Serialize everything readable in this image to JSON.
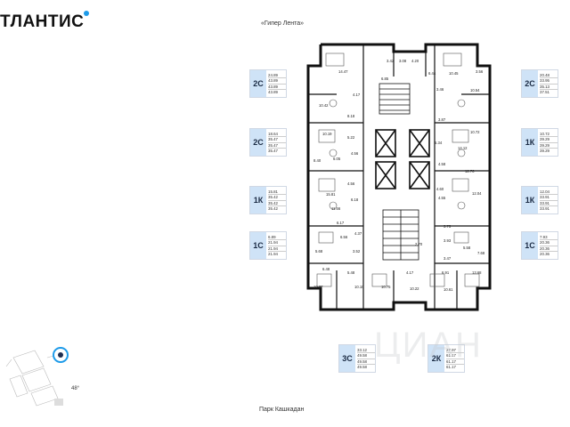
{
  "brand": {
    "name": "ТЛАНТИС",
    "accent": "#1e9be9"
  },
  "captions": {
    "top": "«Гипер Лента»",
    "bottom": "Парк Кашкадан",
    "angle": "48°"
  },
  "cards": [
    {
      "type": "2С",
      "values": [
        "24.89",
        "43.89",
        "43.89",
        "43.89"
      ]
    },
    {
      "type": "2С",
      "values": [
        "18.64",
        "35.47",
        "35.47",
        "35.47"
      ]
    },
    {
      "type": "1К",
      "values": [
        "15.81",
        "35.42",
        "35.42",
        "35.42"
      ]
    },
    {
      "type": "1С",
      "values": [
        "6.89",
        "21.94",
        "21.94",
        "21.94"
      ]
    },
    {
      "type": "2С",
      "values": [
        "20.48",
        "33.95",
        "35.13",
        "37.51"
      ]
    },
    {
      "type": "1К",
      "values": [
        "10.72",
        "39.29",
        "39.29",
        "39.29"
      ]
    },
    {
      "type": "1К",
      "values": [
        "12.04",
        "33.91",
        "33.91",
        "33.91"
      ]
    },
    {
      "type": "1С",
      "values": [
        "7.93",
        "20.36",
        "20.36",
        "20.36"
      ]
    },
    {
      "type": "3С",
      "values": [
        "33.12",
        "49.58",
        "49.58",
        "49.58"
      ]
    },
    {
      "type": "2К",
      "values": [
        "27.97",
        "61.17",
        "61.17",
        "61.17"
      ]
    }
  ],
  "rooms": [
    "14.47",
    "6.85",
    "3.42",
    "3.08",
    "4.20",
    "6.44",
    "10.45",
    "3.56",
    "10.42",
    "8.18",
    "4.17",
    "3.46",
    "10.54",
    "3.87",
    "10.72",
    "10.19",
    "5.22",
    "5.34",
    "14.12",
    "8.40",
    "6.05",
    "4.56",
    "12.76",
    "4.58",
    "4.56",
    "15.81",
    "6.18",
    "4.60",
    "12.04",
    "11.66",
    "4.55",
    "6.17",
    "4.37",
    "6.56",
    "3.75",
    "5.68",
    "3.52",
    "3.93",
    "5.58",
    "2.70",
    "3.47",
    "7.68",
    "6.48",
    "5.48",
    "6.91",
    "13.68",
    "10.37",
    "10.10",
    "10.75",
    "10.22",
    "10.61",
    "4.17"
  ],
  "watermark": "ЦИАН"
}
